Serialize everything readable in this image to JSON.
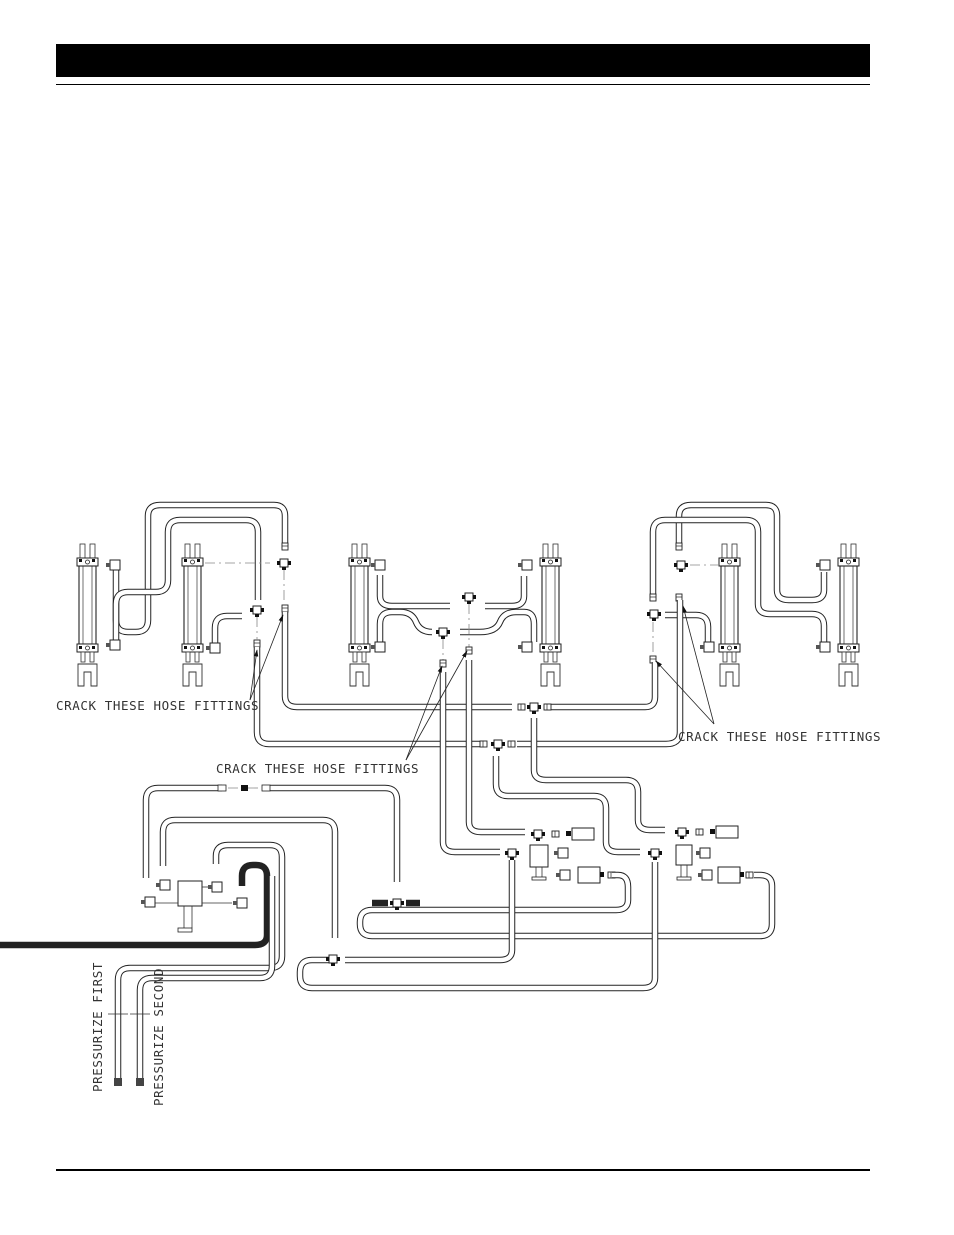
{
  "page": {
    "header_bar": {
      "color": "#000000",
      "text": ""
    },
    "footer_rule": {
      "color": "#000000"
    }
  },
  "diagram": {
    "type": "hydraulic-hose-routing-schematic",
    "labels": {
      "crack_left": "CRACK THESE HOSE FITTINGS",
      "crack_center": "CRACK THESE HOSE FITTINGS",
      "crack_right": "CRACK THESE HOSE FITTINGS",
      "pressurize_first": "PRESSURIZE FIRST",
      "pressurize_second": "PRESSURIZE SECOND"
    },
    "components": {
      "cylinders": 6,
      "cylinder_groups": [
        "left",
        "center",
        "right"
      ],
      "valve_blocks": 3,
      "tee_fittings": "multiple",
      "supply_lines": [
        "pressurize-first",
        "pressurize-second"
      ]
    },
    "colors": {
      "line": "#222222",
      "text": "#333333",
      "background": "#ffffff"
    }
  }
}
